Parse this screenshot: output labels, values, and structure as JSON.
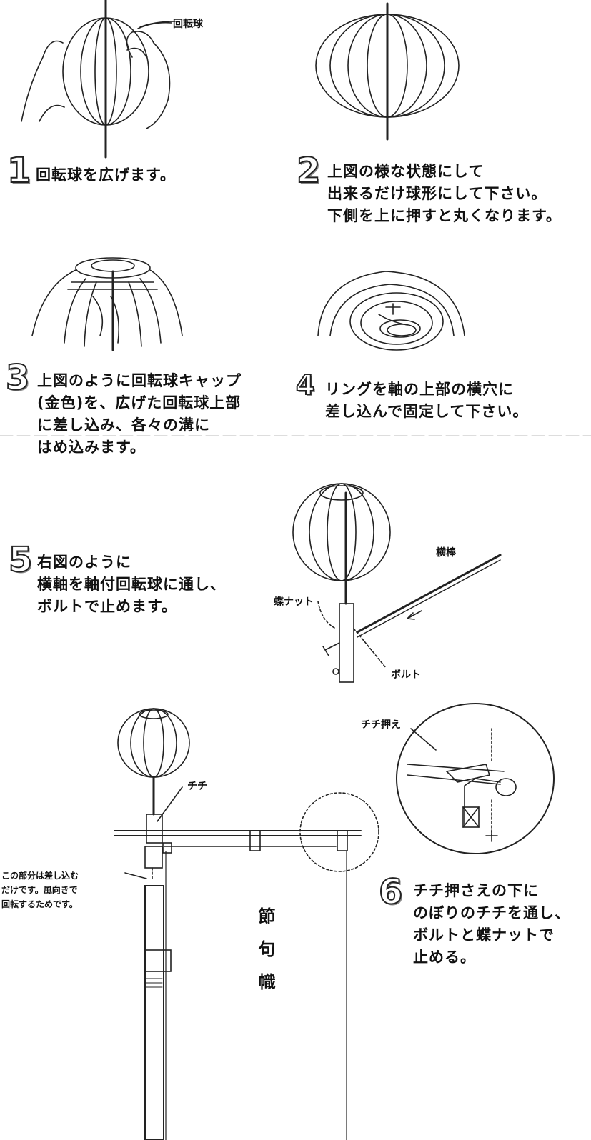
{
  "steps": [
    {
      "number": "1",
      "text": "回転球を広げます。"
    },
    {
      "number": "2",
      "text": "上図の様な状態にして\n出来るだけ球形にして下さい。\n下側を上に押すと丸くなります。"
    },
    {
      "number": "3",
      "text": "上図のように回転球キャップ\n(金色)を、広げた回転球上部\nに差し込み、各々の溝に\nはめ込みます。"
    },
    {
      "number": "4",
      "text": "リングを軸の上部の横穴に\n差し込んで固定して下さい。"
    },
    {
      "number": "5",
      "text": "右図のように\n横軸を軸付回転球に通し、\nボルトで止めます。"
    },
    {
      "number": "6",
      "text": "チチ押さえの下に\nのぼりのチチを通し、\nボルトと蝶ナットで\n止める。"
    }
  ],
  "labels": {
    "rotating_ball": "回転球",
    "horizontal_bar": "横棒",
    "wing_nut": "蝶ナット",
    "bolt": "ボルト",
    "chichi_holder": "チチ押え",
    "chichi": "チチ",
    "note": "この部分は差し込む\nだけです。風向きで\n回転するためです。",
    "banner_text": "節句幟"
  }
}
